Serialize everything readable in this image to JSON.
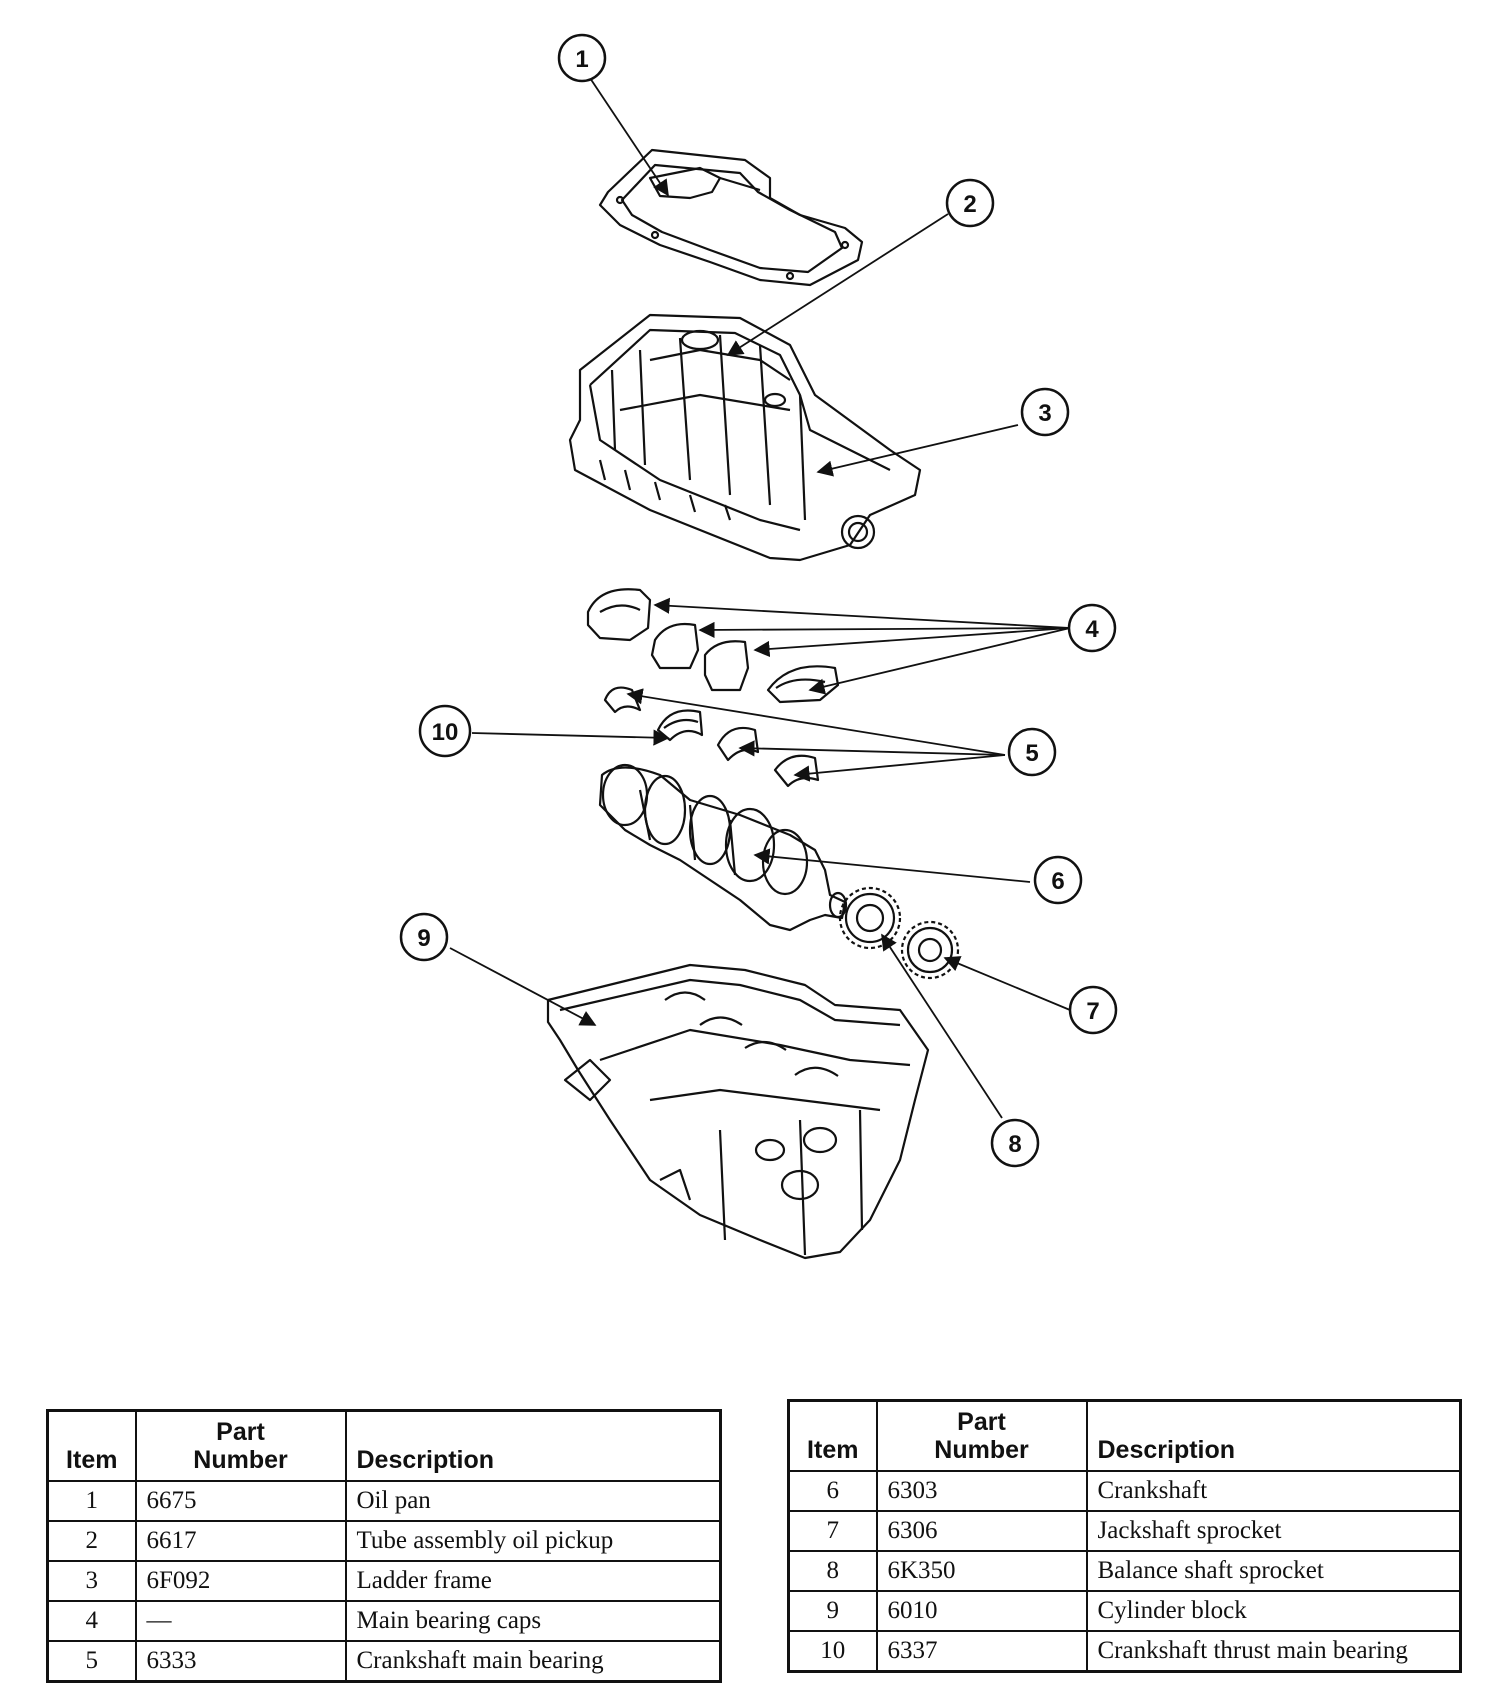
{
  "callouts": [
    "1",
    "2",
    "3",
    "4",
    "5",
    "6",
    "7",
    "8",
    "9",
    "10"
  ],
  "tables": {
    "left": {
      "headers": {
        "item": "Item",
        "part_line1": "Part",
        "part_line2": "Number",
        "description": "Description"
      },
      "rows": [
        {
          "item": "1",
          "part": "6675",
          "desc": "Oil pan"
        },
        {
          "item": "2",
          "part": "6617",
          "desc": "Tube assembly oil pickup"
        },
        {
          "item": "3",
          "part": "6F092",
          "desc": "Ladder frame"
        },
        {
          "item": "4",
          "part": "—",
          "desc": "Main bearing caps"
        },
        {
          "item": "5",
          "part": "6333",
          "desc": "Crankshaft main bearing"
        }
      ]
    },
    "right": {
      "headers": {
        "item": "Item",
        "part_line1": "Part",
        "part_line2": "Number",
        "description": "Description"
      },
      "rows": [
        {
          "item": "6",
          "part": "6303",
          "desc": "Crankshaft"
        },
        {
          "item": "7",
          "part": "6306",
          "desc": "Jackshaft sprocket"
        },
        {
          "item": "8",
          "part": "6K350",
          "desc": "Balance shaft sprocket"
        },
        {
          "item": "9",
          "part": "6010",
          "desc": "Cylinder block"
        },
        {
          "item": "10",
          "part": "6337",
          "desc": "Crankshaft thrust main bearing"
        }
      ]
    }
  }
}
